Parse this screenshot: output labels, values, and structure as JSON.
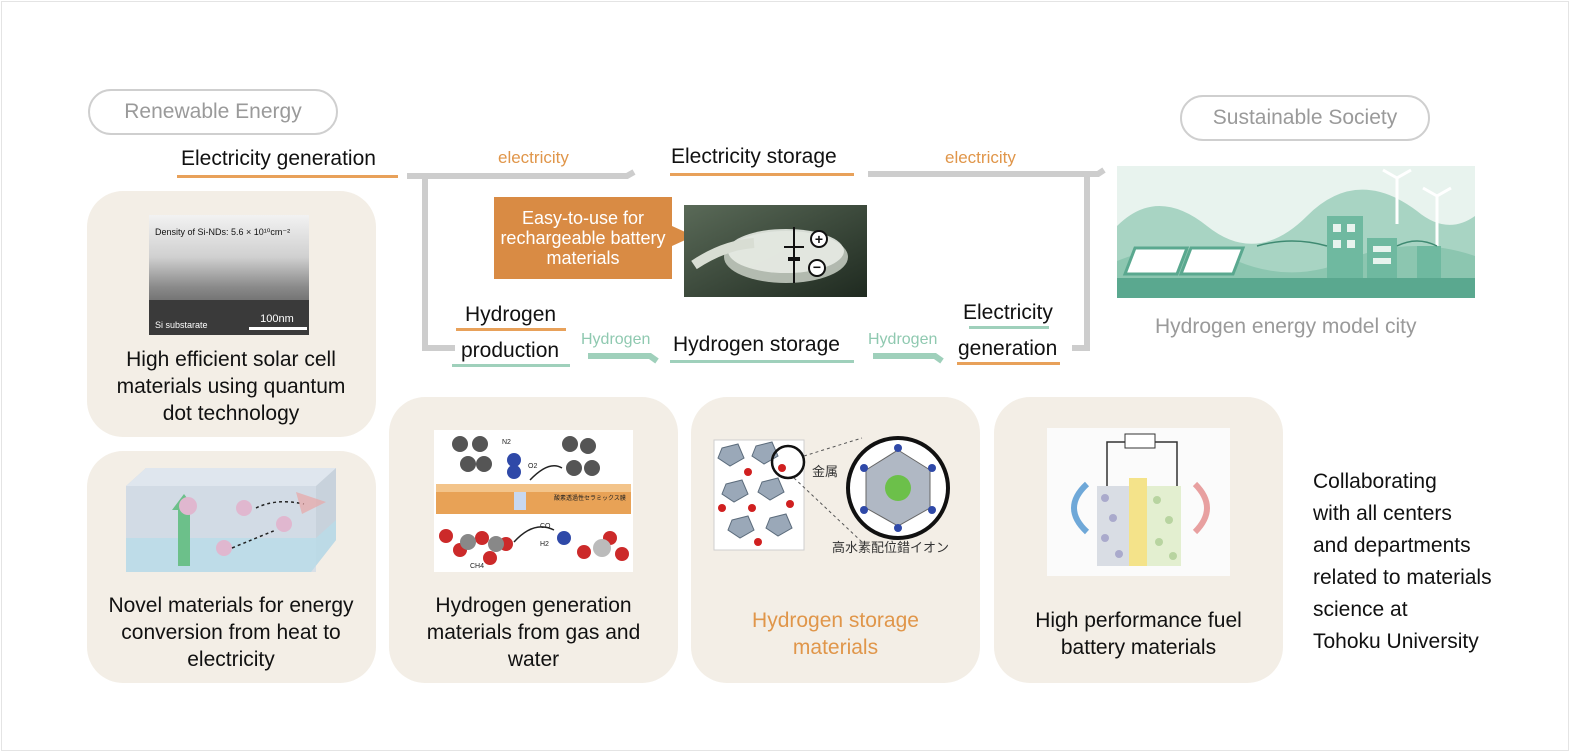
{
  "header": {
    "renewable_energy": "Renewable Energy",
    "sustainable_society": "Sustainable  Society"
  },
  "flow": {
    "electricity_generation": "Electricity  generation",
    "electricity_1": "electricity",
    "electricity_storage": "Electricity  storage",
    "electricity_2": "electricity",
    "hydrogen_production_line1": "Hydrogen",
    "hydrogen_production_line2": "production",
    "hydrogen_1": "Hydrogen",
    "hydrogen_storage": "Hydrogen storage",
    "hydrogen_2": "Hydrogen",
    "electricity_generation2_line1": "Electricity",
    "electricity_generation2_line2": "generation",
    "model_city": "Hydrogen energy  model city",
    "callout": "Easy-to-use for rechargeable battery materials"
  },
  "cards": {
    "solar": {
      "caption": "High efficient solar cell materials using quantum dot technology",
      "fig_density": "Density of Si-NDs: 5.6 × 10¹⁰cm⁻²",
      "fig_substrate": "Si substarate",
      "fig_scale": "100nm"
    },
    "thermo": {
      "caption": "Novel materials for energy conversion from heat to electricity"
    },
    "h2gen": {
      "caption": "Hydrogen generation materials from gas and water",
      "fig_n2": "N2",
      "fig_o2": "O2",
      "fig_co": "CO",
      "fig_h2": "H2",
      "fig_ch4": "CH4"
    },
    "h2store": {
      "caption": "Hydrogen storage materials",
      "fig_metal": "金属",
      "fig_ion": "高水素配位錯イオン"
    },
    "fuelcell": {
      "caption": "High performance fuel battery materials"
    }
  },
  "collab": {
    "lines": [
      "Collaborating",
      "with all centers",
      "and departments",
      "related to materials",
      "science at",
      "Tohoku University"
    ]
  },
  "colors": {
    "orange": "#e8a15a",
    "green": "#9fd0bb",
    "card": "#f3eee6",
    "city": "#6fb9a0"
  }
}
